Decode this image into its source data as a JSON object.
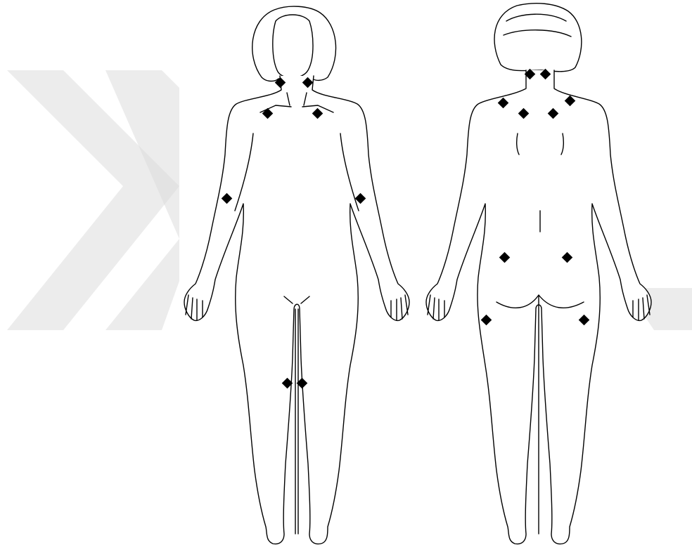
{
  "colors": {
    "background": "#ffffff",
    "outline": "#000000",
    "tender_point": "#000000",
    "watermark": "#dcdcdc"
  },
  "figures": [
    {
      "view": "front",
      "tender_points": [
        "neck-left",
        "neck-right",
        "clavicle-left",
        "clavicle-right",
        "elbow-left",
        "elbow-right",
        "knee-left",
        "knee-right"
      ]
    },
    {
      "view": "back",
      "tender_points": [
        "occiput-left",
        "occiput-right",
        "trapezius-left",
        "trapezius-right",
        "supraspinatus-left",
        "supraspinatus-right",
        "gluteal-left",
        "gluteal-right",
        "trochanter-left",
        "trochanter-right"
      ]
    }
  ],
  "watermark": {
    "icon": "double-chevron-right"
  }
}
